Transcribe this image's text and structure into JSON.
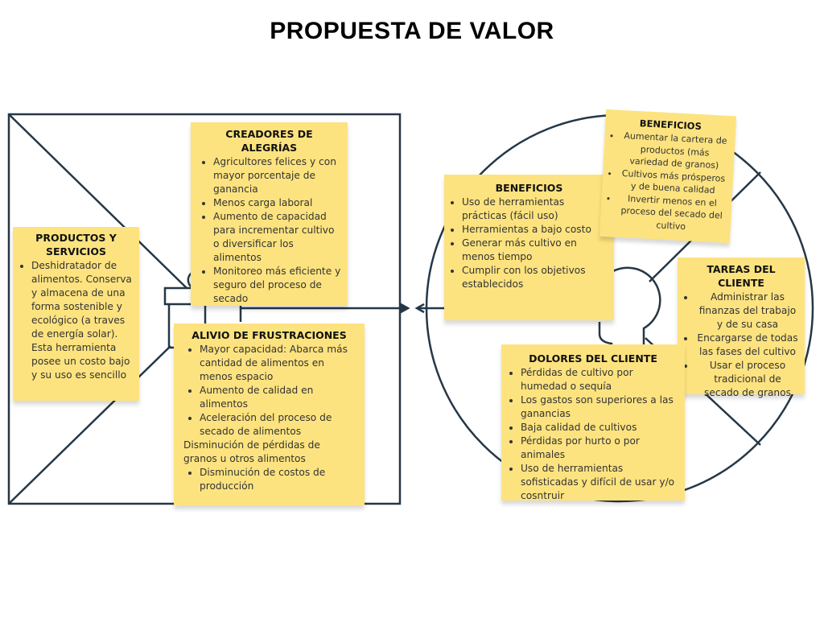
{
  "title": "PROPUESTA DE VALOR",
  "colors": {
    "note": "#fde37f",
    "line": "#253746"
  },
  "value_map": {
    "products_services": {
      "heading": "PRODUCTOS Y SERVICIOS",
      "items": [
        "Deshidratador de alimentos. Conserva y almacena de una forma sostenible y ecológico (a traves de energía solar). Esta herramienta posee un costo bajo y su uso es sencillo"
      ]
    },
    "gain_creators": {
      "heading": "CREADORES DE ALEGRÍAS",
      "items": [
        "Agricultores felices y con mayor porcentaje de ganancia",
        "Menos carga laboral",
        "Aumento de capacidad para incrementar cultivo o diversificar los alimentos",
        "Monitoreo más eficiente y seguro del proceso de secado"
      ]
    },
    "pain_relievers": {
      "heading": "ALIVIO DE FRUSTRACIONES",
      "items": [
        "Mayor capacidad: Abarca más cantidad de alimentos en menos espacio",
        "Aumento de calidad en alimentos",
        "Aceleración del proceso de secado de alimentos"
      ],
      "plain_text": "Disminución de pérdidas de granos u otros alimentos",
      "items_after": [
        "Disminución de costos de producción"
      ]
    }
  },
  "customer_profile": {
    "gains": {
      "heading": "BENEFICIOS",
      "items": [
        "Uso de herramientas prácticas (fácil uso)",
        "Herramientas a bajo costo",
        "Generar más cultivo en menos tiempo",
        "Cumplir con los objetivos establecidos"
      ]
    },
    "gains_2": {
      "heading": "BENEFICIOS",
      "items": [
        "Aumentar la cartera de productos (más variedad de granos)",
        "Cultivos más prósperos y de buena calidad",
        "Invertir menos en el proceso del secado del cultivo"
      ]
    },
    "jobs": {
      "heading": "TAREAS DEL CLIENTE",
      "items": [
        "Administrar las finanzas del trabajo y de su casa",
        "Encargarse de todas las fases del cultivo",
        "Usar el proceso tradicional de secado de granos"
      ]
    },
    "pains": {
      "heading": "DOLORES DEL CLIENTE",
      "items": [
        "Pérdidas de cultivo por humedad o sequía",
        "Los gastos son superiores a las ganancias",
        "Baja calidad de cultivos",
        "Pérdidas por hurto o por animales",
        "Uso de herramientas sofisticadas y difícil de usar y/o cosntruir"
      ]
    }
  }
}
